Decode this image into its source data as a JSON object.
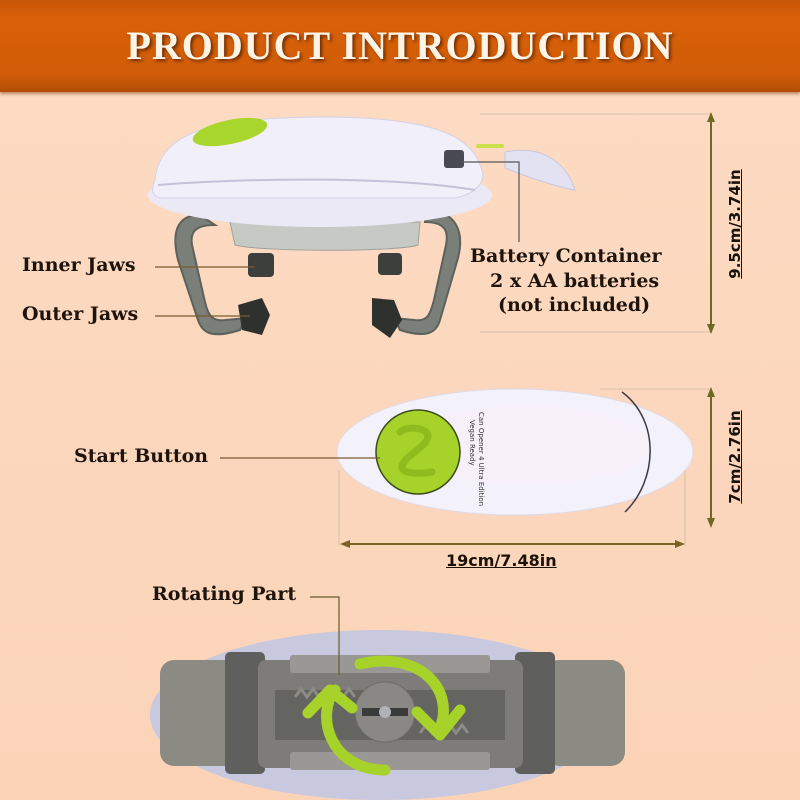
{
  "header": {
    "title": "PRODUCT INTRODUCTION"
  },
  "colors": {
    "header_bg": "#d25d08",
    "background": "#fcd7bd",
    "accent_green": "#a6d22a",
    "dimension_line": "#6b6a1e"
  },
  "top_view": {
    "labels": {
      "inner_jaws": "Inner Jaws",
      "outer_jaws": "Outer Jaws",
      "battery_line1": "Battery Container",
      "battery_line2": "2 x AA batteries",
      "battery_line3": "(not included)"
    },
    "height_dimension": "9.5cm/3.74in"
  },
  "middle_view": {
    "labels": {
      "start_button": "Start Button"
    },
    "height_dimension": "7cm/2.76in",
    "width_dimension": "19cm/7.48in"
  },
  "bottom_view": {
    "labels": {
      "rotating_part": "Rotating Part"
    }
  }
}
